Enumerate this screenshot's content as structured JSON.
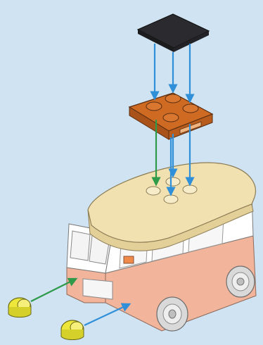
{
  "scene": {
    "description_visible_text": [],
    "colors": {
      "background": "#cfe3f2",
      "tile_dark": "#2b2b2f",
      "plate_orange": "#c8641e",
      "roof_tan": "#f1e0b0",
      "body_white": "#ffffff",
      "body_salmon": "#f2b49a",
      "wheel_gray": "#d9d9d9",
      "stud_yellow": "#ece73a",
      "arrow_blue": "#2f8fd8",
      "arrow_green": "#2e9a4a"
    },
    "parts": [
      {
        "name": "dark-2x2-tile"
      },
      {
        "name": "orange-2x2-plate-with-holes"
      },
      {
        "name": "tan-roof"
      },
      {
        "name": "white-salmon-van-body"
      },
      {
        "name": "yellow-1x1-round-plate",
        "count": 2
      }
    ]
  }
}
